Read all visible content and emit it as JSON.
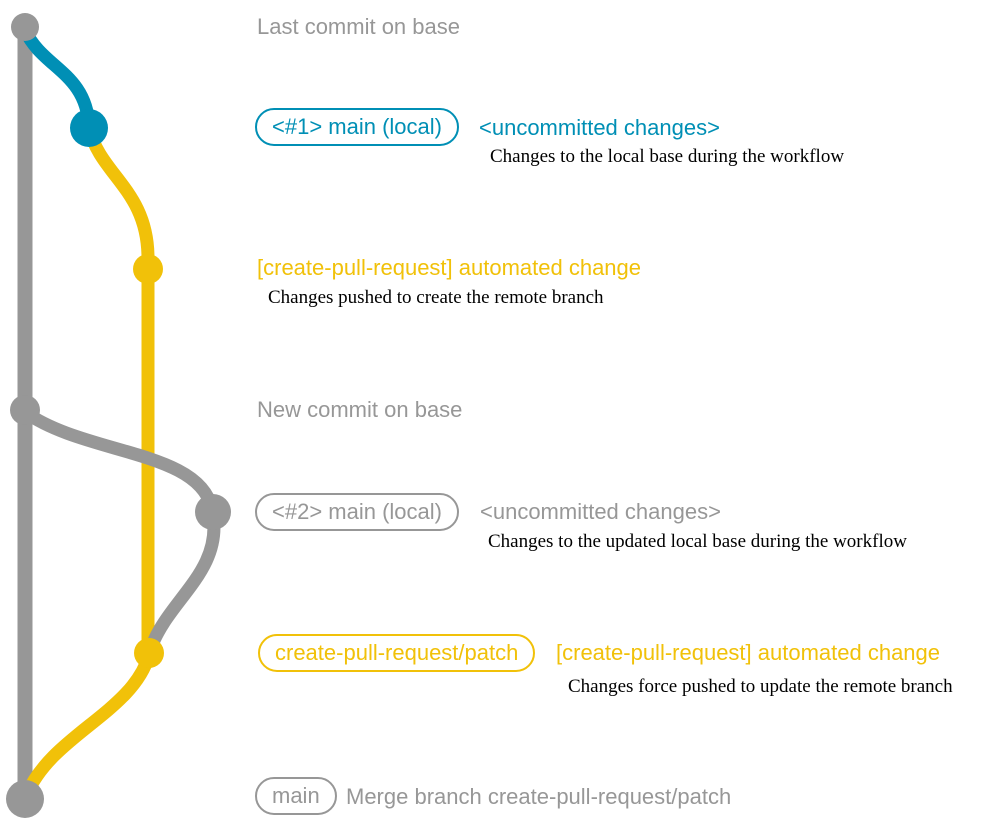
{
  "colors": {
    "background": "#ffffff",
    "gray": "#979797",
    "blue": "#008fb5",
    "yellow": "#f1c109",
    "note": "#000000"
  },
  "graph": {
    "branches": [
      {
        "name": "base",
        "color": "gray"
      },
      {
        "name": "main (local)",
        "color": "blue"
      },
      {
        "name": "create-pull-request/patch",
        "color": "yellow"
      }
    ],
    "commits": [
      {
        "id": "last-commit-on-base",
        "branch": "base",
        "color": "gray"
      },
      {
        "id": "main-local-1-uncommitted",
        "branch": "main (local)",
        "color": "blue"
      },
      {
        "id": "automated-change-1",
        "branch": "create-pull-request/patch",
        "color": "yellow"
      },
      {
        "id": "new-commit-on-base",
        "branch": "base",
        "color": "gray"
      },
      {
        "id": "main-local-2-uncommitted",
        "branch": "main (local)",
        "color": "gray"
      },
      {
        "id": "automated-change-2-force-push",
        "branch": "create-pull-request/patch",
        "color": "yellow"
      },
      {
        "id": "merge-to-base",
        "branch": "base",
        "color": "gray"
      }
    ]
  },
  "rows": {
    "last_commit": {
      "label": "Last commit on base"
    },
    "local_main_1": {
      "tag": "<#1> main (local)",
      "message": "<uncommitted changes>",
      "note": "Changes to the local base during the workflow"
    },
    "cpr_commit_1": {
      "message": "[create-pull-request] automated change",
      "note": "Changes pushed to create the remote branch"
    },
    "new_commit": {
      "label": "New commit on base"
    },
    "local_main_2": {
      "tag": "<#2> main (local)",
      "message": "<uncommitted changes>",
      "note": "Changes to the updated local base during the workflow"
    },
    "cpr_commit_2": {
      "tag": "create-pull-request/patch",
      "message": "[create-pull-request] automated change",
      "note": "Changes force pushed to update the remote branch"
    },
    "merge_commit": {
      "tag": "main",
      "message": "Merge branch create-pull-request/patch"
    }
  }
}
